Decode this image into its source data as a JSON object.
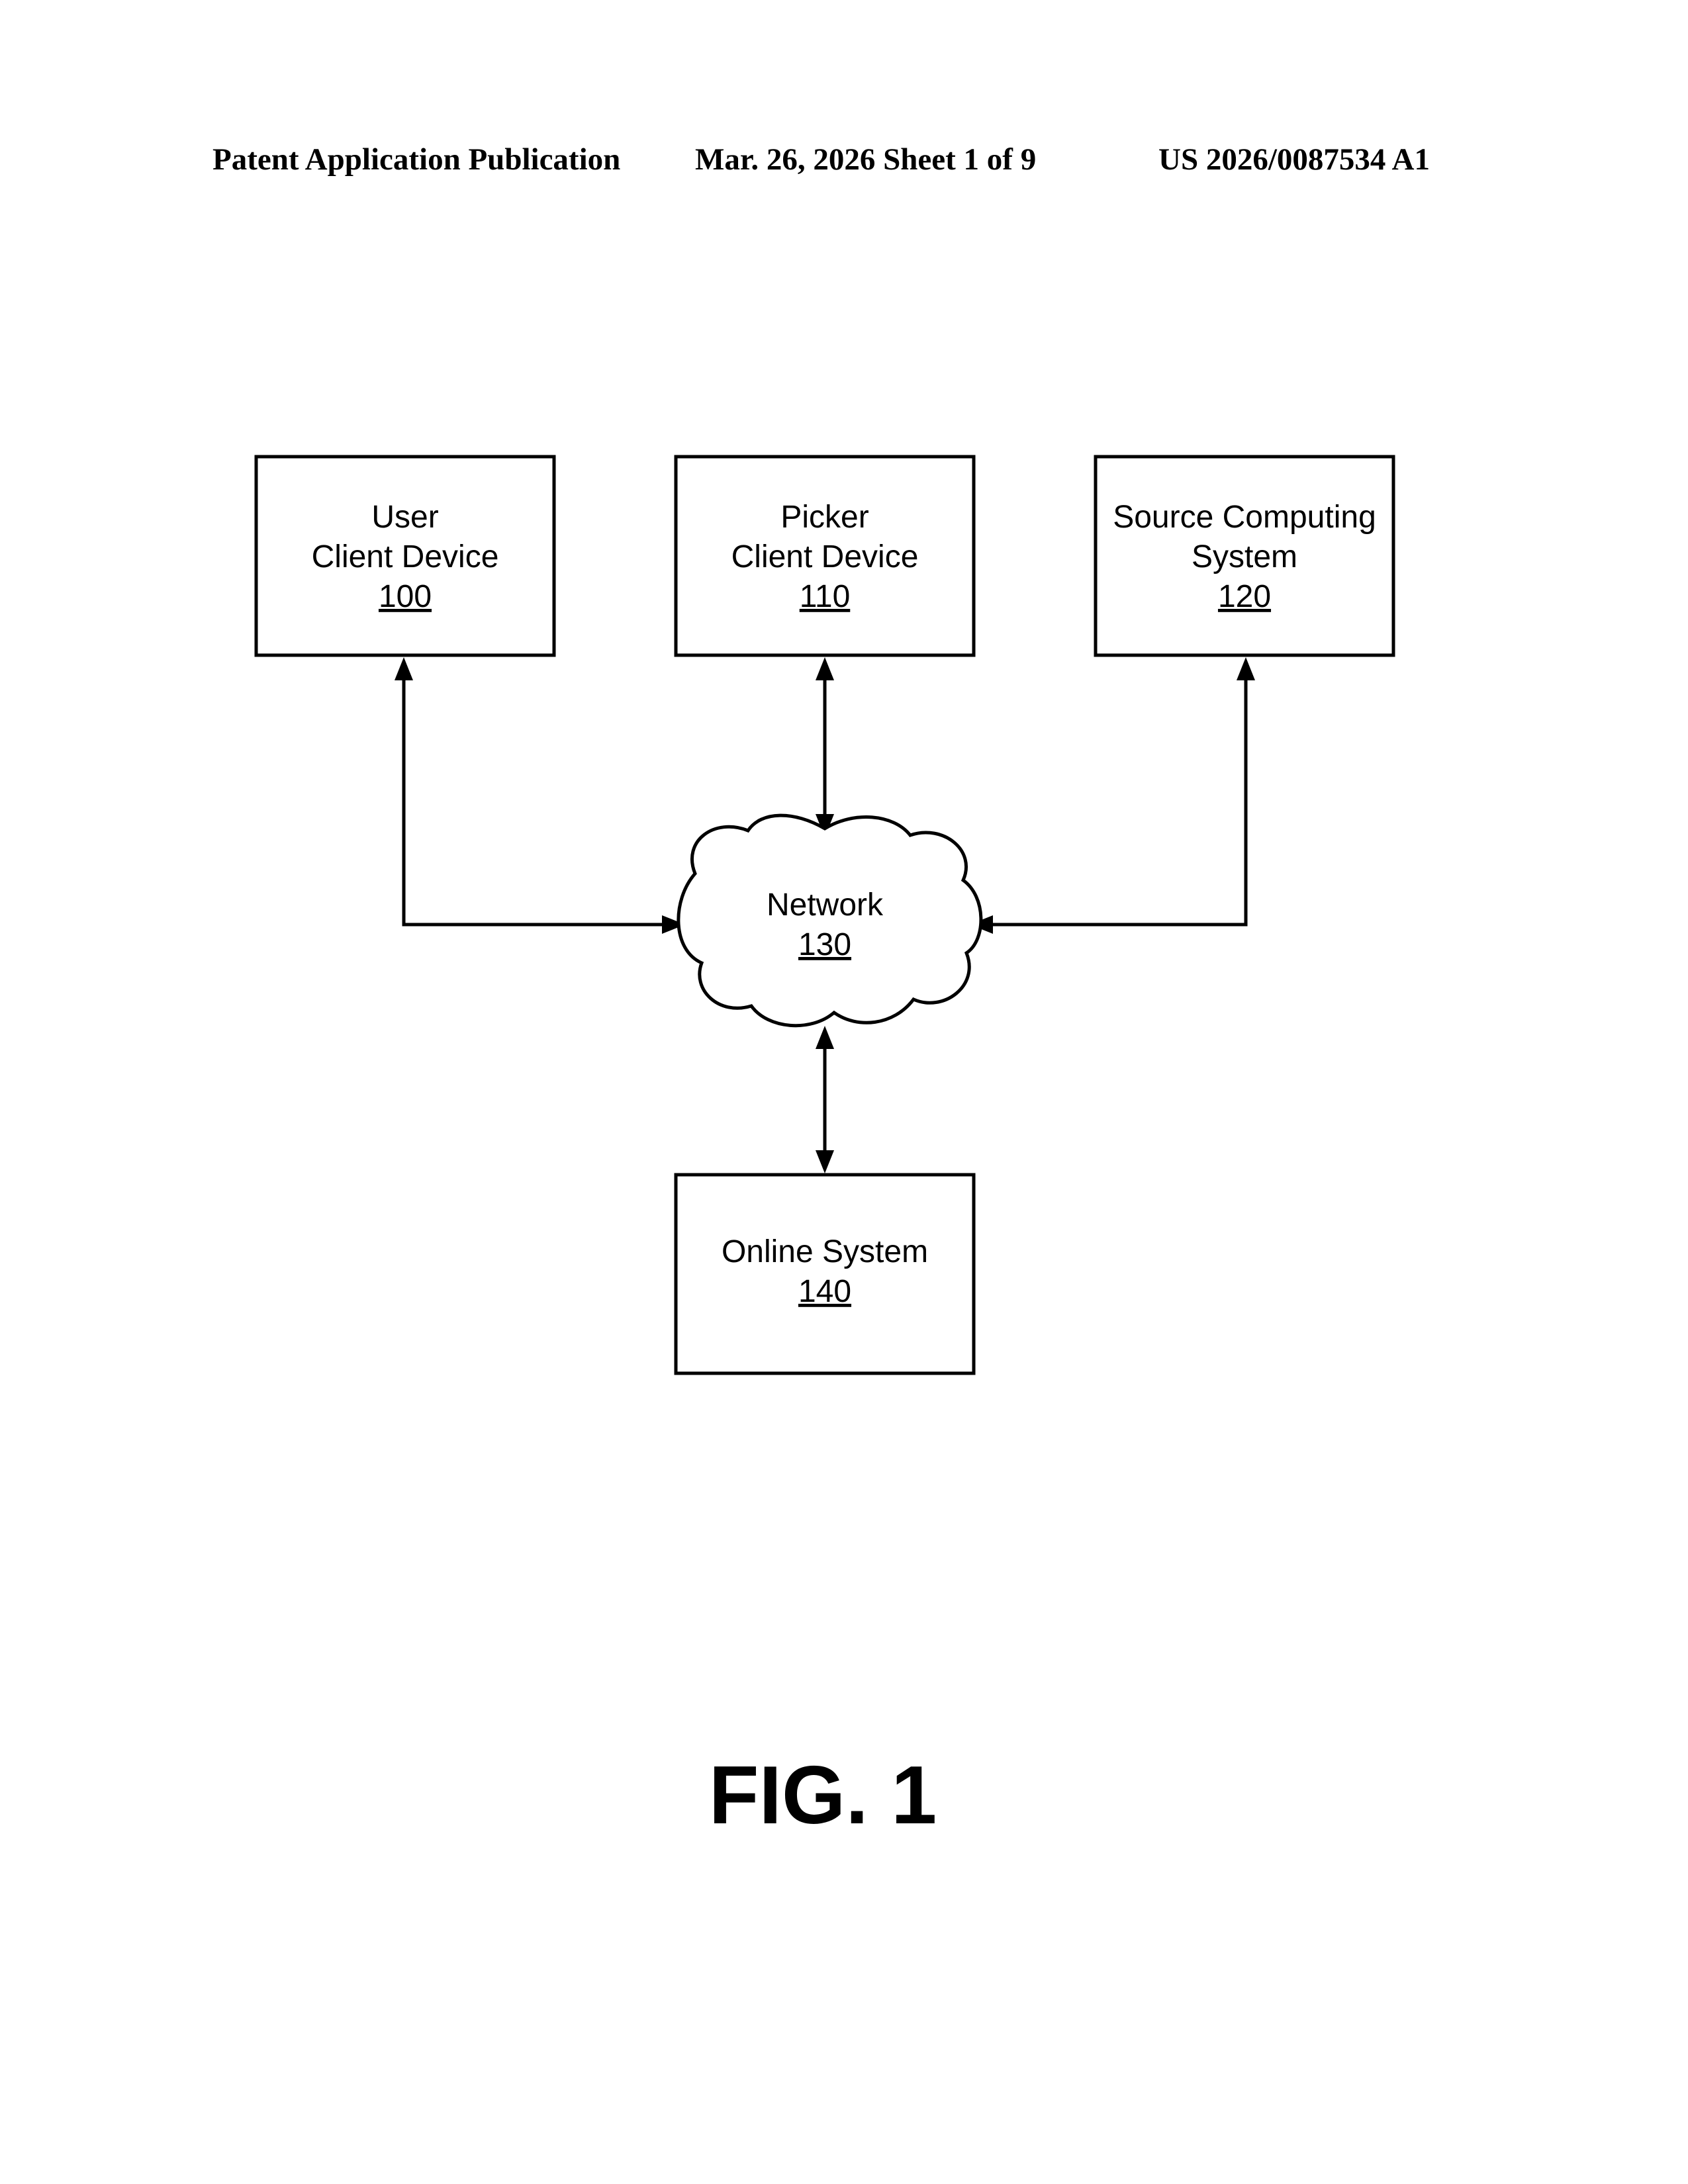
{
  "header": {
    "left": "Patent Application Publication",
    "center": "Mar. 26, 2026  Sheet 1 of 9",
    "right": "US 2026/0087534 A1"
  },
  "nodes": {
    "user_client_device": {
      "line1": "User",
      "line2": "Client Device",
      "ref": "100"
    },
    "picker_client_device": {
      "line1": "Picker",
      "line2": "Client Device",
      "ref": "110"
    },
    "source_computing_system": {
      "line1": "Source Computing",
      "line2": "System",
      "ref": "120"
    },
    "network": {
      "line1": "Network",
      "ref": "130"
    },
    "online_system": {
      "line1": "Online System",
      "ref": "140"
    }
  },
  "connections": [
    {
      "from": "user_client_device",
      "to": "network",
      "direction": "bidirectional"
    },
    {
      "from": "picker_client_device",
      "to": "network",
      "direction": "bidirectional"
    },
    {
      "from": "source_computing_system",
      "to": "network",
      "direction": "bidirectional"
    },
    {
      "from": "online_system",
      "to": "network",
      "direction": "bidirectional"
    }
  ],
  "figure_label": "FIG. 1"
}
